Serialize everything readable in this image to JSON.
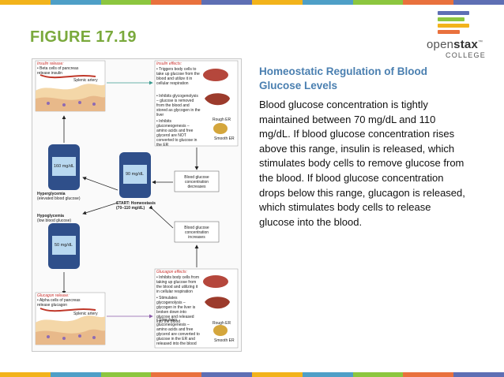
{
  "colors": {
    "title_green": "#7aa93c",
    "heading_blue": "#4a7fb0",
    "stripes": [
      "#f2b31b",
      "#4e9fc7",
      "#8cc63f",
      "#e9713d",
      "#5e6fb4",
      "#f2b31b",
      "#4e9fc7",
      "#8cc63f",
      "#e9713d",
      "#5e6fb4"
    ],
    "logo_bars": [
      "#5e6fb4",
      "#8cc63f",
      "#f2b31b",
      "#e9713d"
    ]
  },
  "slide": {
    "title": "FIGURE 17.19",
    "heading": "Homeostatic Regulation of Blood Glucose Levels",
    "body": "Blood glucose concentration is tightly maintained between 70 mg/dL and 110 mg/dL. If blood glucose concentration rises above this range, insulin is released, which stimulates body cells to remove glucose from the blood. If blood glucose concentration drops below this range, glucagon is released, which stimulates body cells to release glucose into the blood."
  },
  "logo": {
    "word_light": "open",
    "word_bold": "stax",
    "tm": "™",
    "sub": "COLLEGE"
  },
  "figure": {
    "insulin_release_title": "Insulin release:",
    "insulin_release_text": "• Beta cells of pancreas release insulin",
    "splenic_artery_top": "Splenic artery",
    "insulin_effects_title": "Insulin effects:",
    "insulin_effect_1": "• Triggers body cells to take up glucose from the blood and utilize it in cellular respiration",
    "insulin_effect_2": "• Inhibits glycogenolysis – glucose is removed from the blood and stored as glycogen in the liver",
    "insulin_effect_3": "• Inhibits gluconeogenesis – amino acids and free glycerol are NOT converted to glucose in the ER",
    "rough_er_top": "Rough ER",
    "smooth_er_top": "Smooth ER",
    "meter_high": "160 mg/dL",
    "meter_normal": "90 mg/dL",
    "meter_low": "50 mg/dL",
    "hyperglycemia": "Hyperglycemia",
    "hyperglycemia_sub": "(elevated blood glucose)",
    "start": "START: Homeostasis",
    "start_sub": "(70–110 mg/dL)",
    "hypoglycemia": "Hypoglycemia",
    "hypoglycemia_sub": "(low blood glucose)",
    "decrease_box": "Blood glucose concentration decreases",
    "increase_box": "Blood glucose concentration increases",
    "glucagon_release_title": "Glucagon release:",
    "glucagon_release_text": "• Alpha cells of pancreas release glucagon",
    "splenic_artery_bottom": "Splenic artery",
    "glucagon_effects_title": "Glucagon effects:",
    "glucagon_effect_1": "• Inhibits body cells from taking up glucose from the blood and utilizing it in cellular respiration",
    "glucagon_effect_2": "• Stimulates glycogenolysis – glycogen in the liver is broken down into glucose and released into the blood",
    "glucagon_effect_3": "• Stimulates gluconeogenesis – amino acids and free glycerol are converted to glucose in the ER and released into the blood",
    "rough_er_bottom": "Rough ER",
    "smooth_er_bottom": "Smooth ER"
  }
}
